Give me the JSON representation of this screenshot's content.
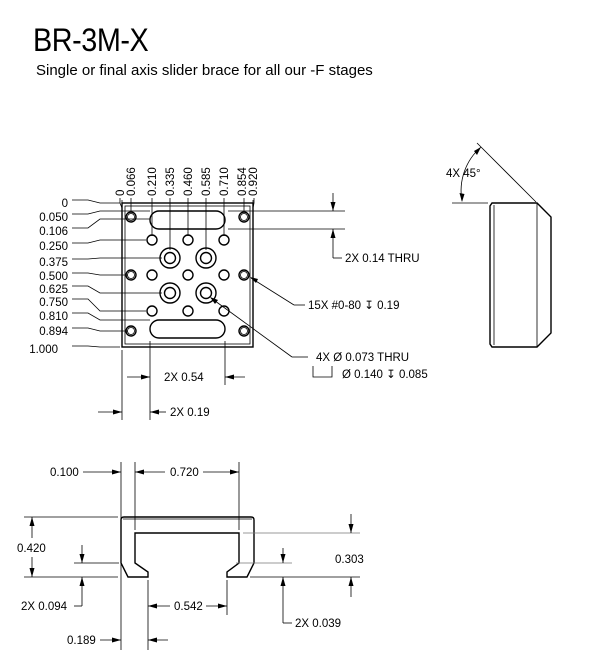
{
  "header": {
    "title": "BR-3M-X",
    "subtitle": "Single or final axis slider brace for all our -F stages"
  },
  "top_view": {
    "column_labels": [
      "0",
      "0.066",
      "0.210",
      "0.335",
      "0.460",
      "0.585",
      "0.710",
      "0.854",
      "0.920"
    ],
    "row_labels": [
      "0",
      "0.050",
      "0.106",
      "0.250",
      "0.375",
      "0.500",
      "0.625",
      "0.750",
      "0.810",
      "0.894",
      "1.000"
    ],
    "slot_note": "2X 0.14 THRU",
    "tap_note": "15X #0-80 ↧ 0.19",
    "hole_note_line1": "4X  Ø 0.073  THRU",
    "hole_note_line2": "Ø 0.140 ↧ 0.085",
    "slot_length_dim": "2X  0.54",
    "slot_offset_dim": "2X  0.19"
  },
  "side_view": {
    "chamfer_note": "4X  45°"
  },
  "front_view": {
    "dim_wall": "0.100",
    "dim_inner_width": "0.720",
    "dim_height": "0.420",
    "dim_lip_height": "2X  0.094",
    "dim_opening": "0.542",
    "dim_lip_width": "0.189",
    "dim_inner_height": "0.303",
    "dim_lip_chamfer": "2X  0.039"
  }
}
